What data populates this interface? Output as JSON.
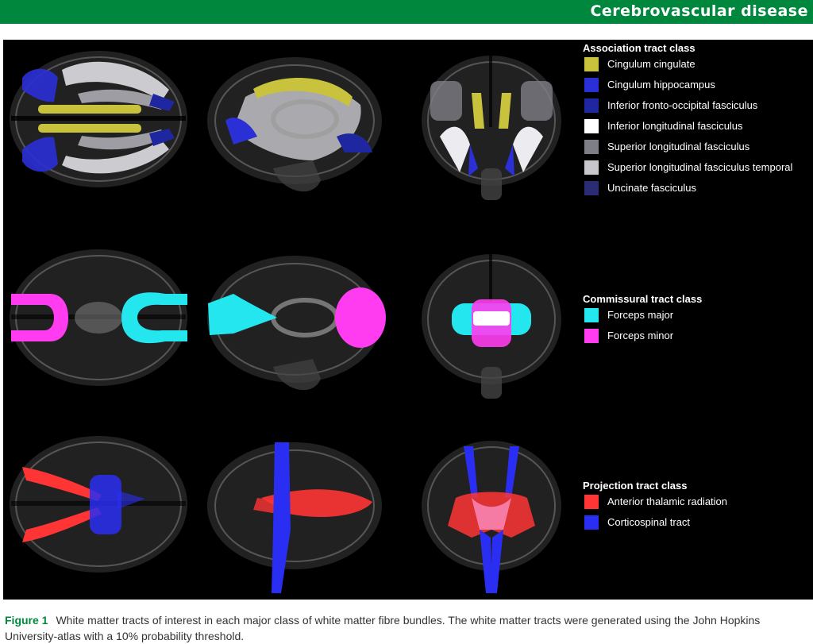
{
  "header": {
    "section_title": "Cerebrovascular disease"
  },
  "colors": {
    "header_green": "#00873e",
    "cingulum_cingulate": "#c9c23c",
    "cingulum_hippocampus": "#2b2fd6",
    "inferior_fronto_occipital": "#1e27a0",
    "inferior_longitudinal": "#ffffff",
    "superior_longitudinal": "#7e7e86",
    "superior_longitudinal_temporal": "#c7c7cc",
    "uncinate": "#2c2c74",
    "forceps_major": "#24e6ee",
    "forceps_minor": "#ff3cf0",
    "anterior_thalamic": "#ff3434",
    "corticospinal": "#2a2ef2"
  },
  "legend": {
    "association": {
      "title": "Association tract class",
      "items": [
        {
          "label": "Cingulum cingulate",
          "color": "#c9c23c"
        },
        {
          "label": "Cingulum hippocampus",
          "color": "#2b2fd6"
        },
        {
          "label": "Inferior fronto-occipital fasciculus",
          "color": "#1e27a0"
        },
        {
          "label": "Inferior longitudinal fasciculus",
          "color": "#ffffff"
        },
        {
          "label": "Superior longitudinal fasciculus",
          "color": "#7e7e86"
        },
        {
          "label": "Superior longitudinal fasciculus temporal",
          "color": "#c7c7cc"
        },
        {
          "label": "Uncinate fasciculus",
          "color": "#2c2c74"
        }
      ]
    },
    "commissural": {
      "title": "Commissural tract class",
      "items": [
        {
          "label": "Forceps major",
          "color": "#24e6ee"
        },
        {
          "label": "Forceps minor",
          "color": "#ff3cf0"
        }
      ]
    },
    "projection": {
      "title": "Projection tract class",
      "items": [
        {
          "label": "Anterior thalamic radiation",
          "color": "#ff3434"
        },
        {
          "label": "Corticospinal tract",
          "color": "#2a2ef2"
        }
      ]
    }
  },
  "caption": {
    "label": "Figure 1",
    "text": "White matter tracts of interest in each major class of white matter fibre bundles. The white matter tracts were generated using the John Hopkins University-atlas with a 10% probability threshold."
  }
}
